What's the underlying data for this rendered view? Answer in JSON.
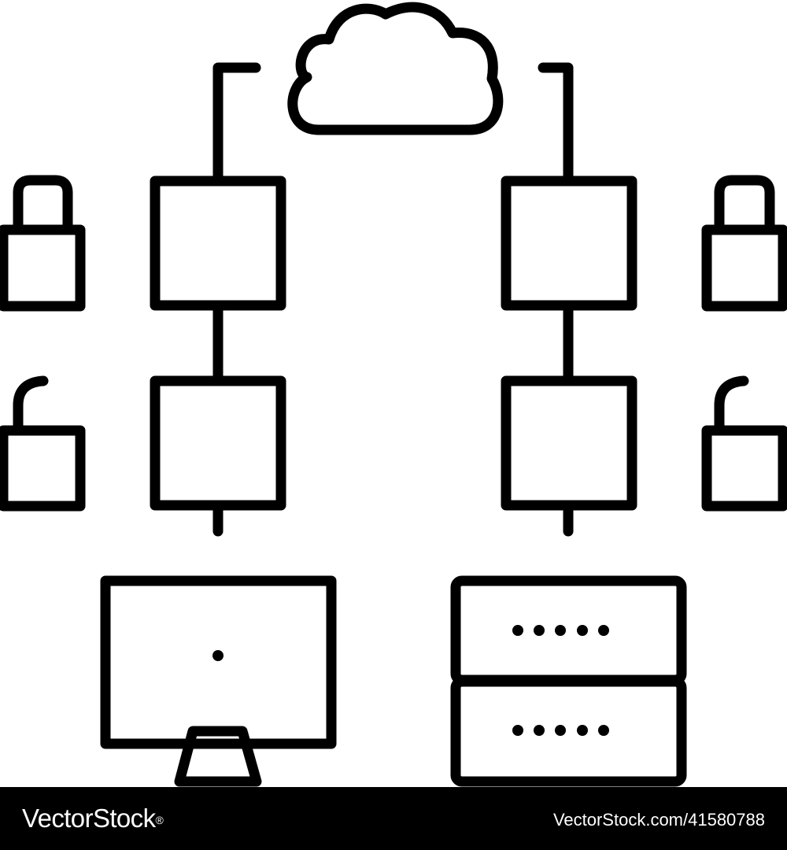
{
  "icon": {
    "subject": "cloud-network-security",
    "stroke_color": "#000000",
    "background_color": "#ffffff",
    "parts": [
      "cloud-icon",
      "network-box-icon",
      "lock-closed-icon",
      "lock-open-icon",
      "monitor-icon",
      "server-rack-icon"
    ]
  },
  "footer": {
    "brand": "VectorStock",
    "registered_mark": "®",
    "stock_id": "VectorStock.com/41580788",
    "background_color": "#000000",
    "text_color": "#ffffff"
  }
}
